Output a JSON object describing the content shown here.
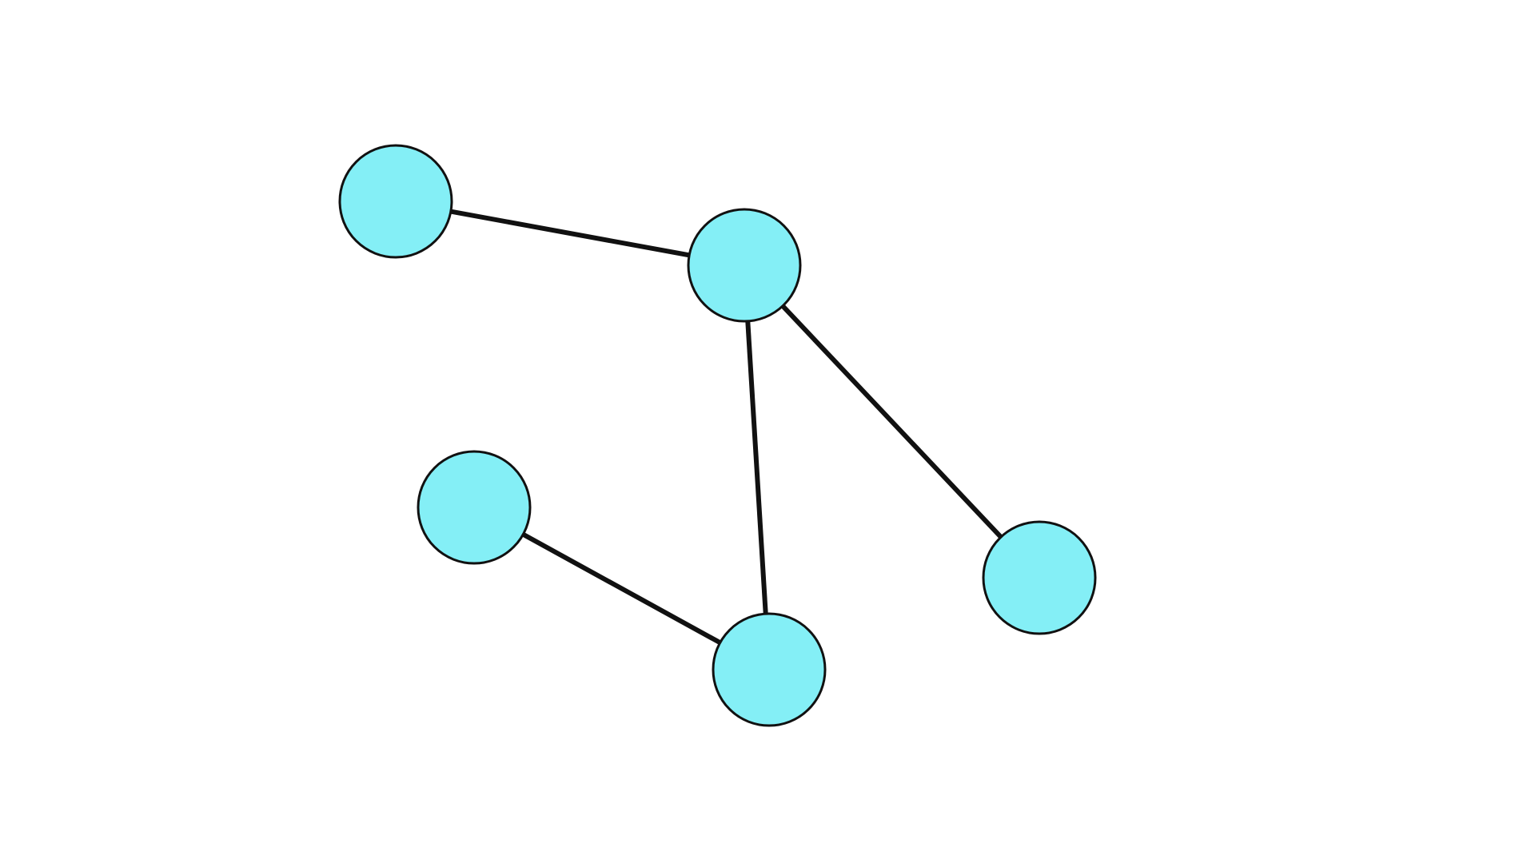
{
  "graph": {
    "node_fill": "#84eff6",
    "node_stroke": "#111111",
    "edge_color": "#111111",
    "nodes": [
      {
        "id": "n1"
      },
      {
        "id": "n2"
      },
      {
        "id": "n3"
      },
      {
        "id": "n4"
      },
      {
        "id": "n5"
      }
    ],
    "edges": [
      {
        "from": "n1",
        "to": "n2"
      },
      {
        "from": "n2",
        "to": "n4"
      },
      {
        "from": "n2",
        "to": "n5"
      },
      {
        "from": "n3",
        "to": "n4"
      }
    ]
  }
}
